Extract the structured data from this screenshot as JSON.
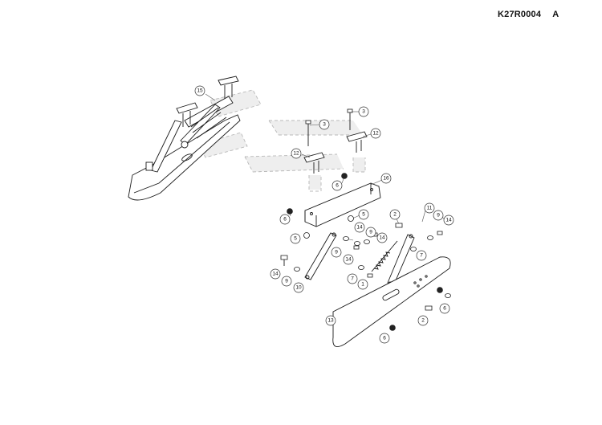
{
  "drawing_number": "K27R0004",
  "revision": "A",
  "callouts": {
    "c15": "15",
    "c3a": "3",
    "c3b": "3",
    "c12a": "12",
    "c12b": "12",
    "c16": "16",
    "c6a": "6",
    "c6b": "6",
    "c5a": "5",
    "c5b": "5",
    "c2a": "2",
    "c11": "11",
    "c9a": "9",
    "c14a": "14",
    "c14b": "14",
    "c9b": "9",
    "c14c": "14",
    "c7a": "7",
    "c9c": "9",
    "c14d": "14",
    "c7b": "7",
    "c1": "1",
    "c14e": "14",
    "c9d": "9",
    "c10": "10",
    "c6c": "6",
    "c13": "13",
    "c2b": "2",
    "c6d": "6"
  }
}
